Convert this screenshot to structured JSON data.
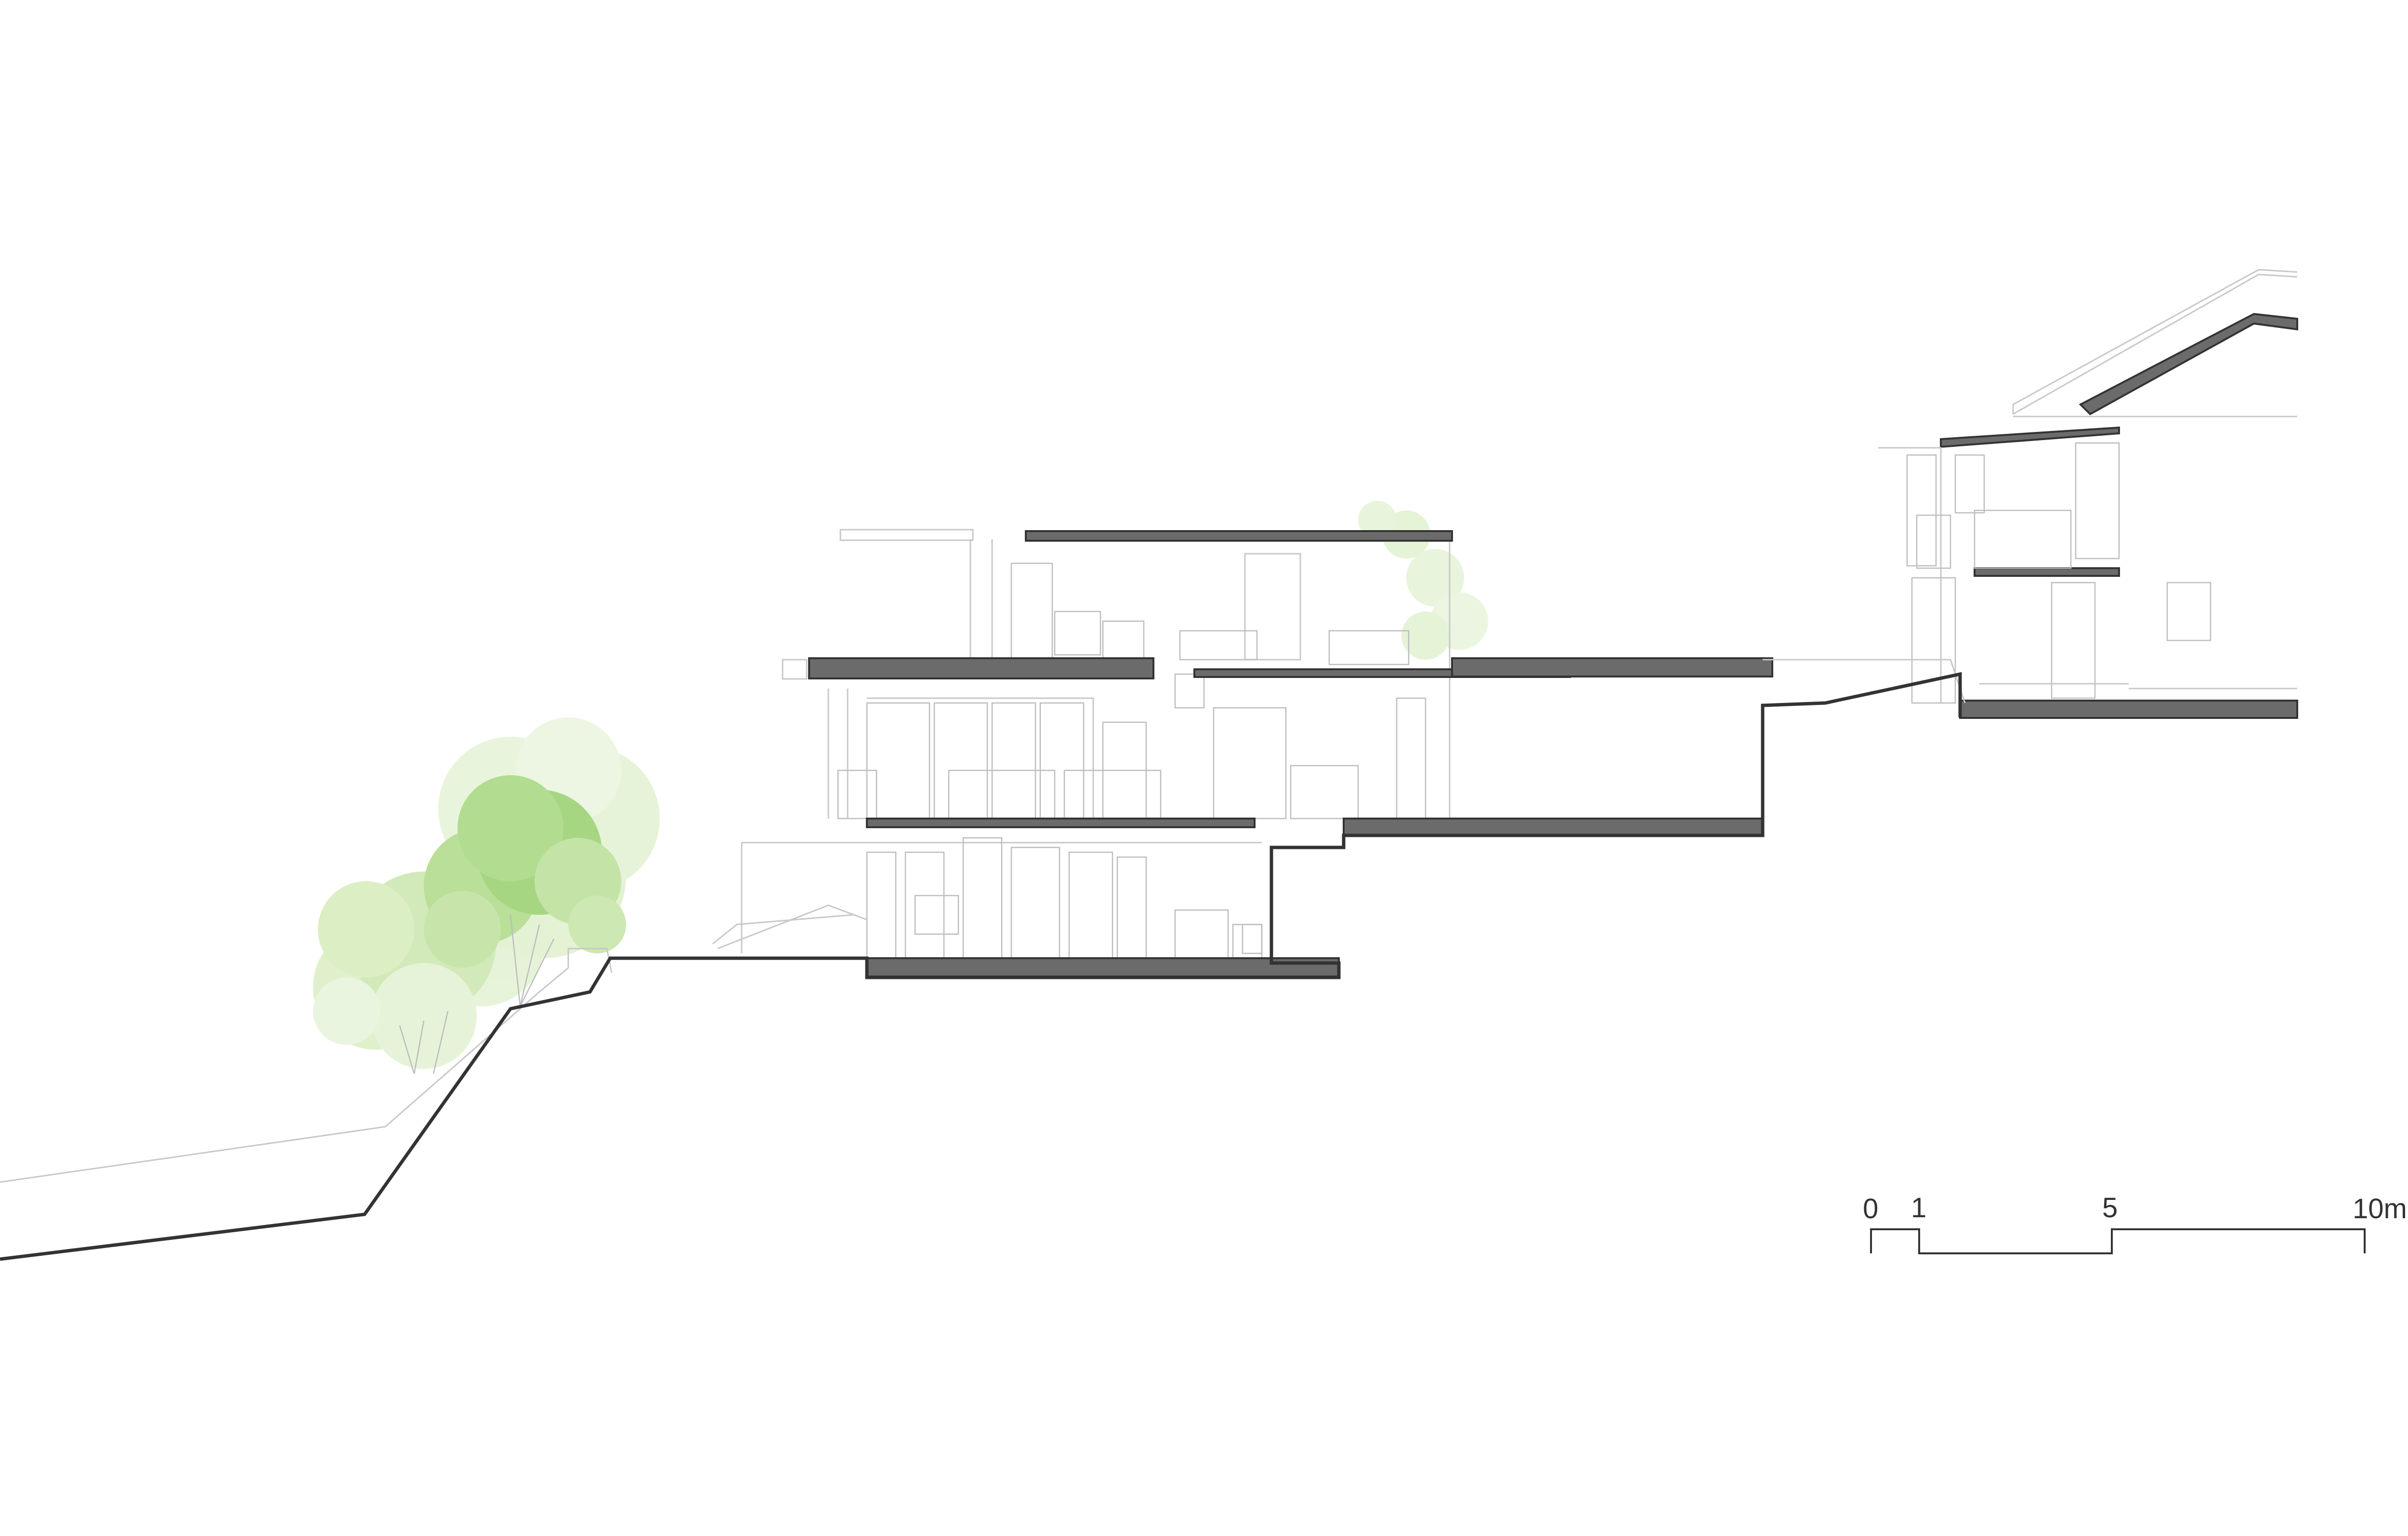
{
  "drawing": {
    "colors": {
      "ground_line": "#333333",
      "slab_fill": "#6b6b6b",
      "outline": "#c8c8c8",
      "tree_light": "#dcefc4",
      "tree_mid": "#bfe2a0",
      "tree_dark": "#9fd27c",
      "background": "#ffffff"
    }
  },
  "scale_bar": {
    "labels": [
      "0",
      "1",
      "5",
      "10m"
    ],
    "values": [
      0,
      1,
      5,
      10
    ]
  }
}
